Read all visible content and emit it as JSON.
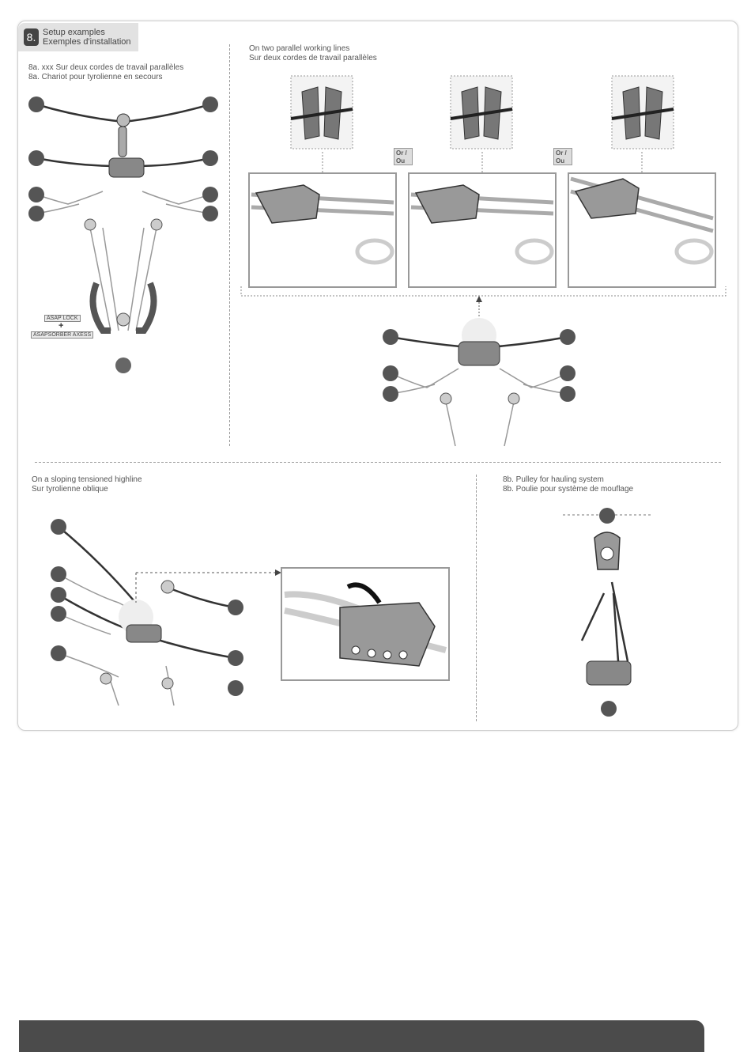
{
  "header": {
    "number": "8.",
    "title_en": "Setup examples",
    "title_fr": "Exemples d'installation"
  },
  "section_8a": {
    "line1": "8a. xxx Sur deux cordes de travail parallèles",
    "line2": "8a. Chariot pour tyrolienne en secours",
    "tag1": "ASAP LOCK",
    "plus": "+",
    "tag2": "ASAPSORBER AXESS"
  },
  "section_parallel": {
    "line1": "On two parallel working lines",
    "line2": "Sur deux cordes de travail parallèles",
    "or1_a": "Or /",
    "or1_b": "Ou",
    "or2_a": "Or /",
    "or2_b": "Ou"
  },
  "section_sloping": {
    "line1": "On a sloping tensioned highline",
    "line2": "Sur tyrolienne oblique"
  },
  "section_8b": {
    "line1": "8b. Pulley for hauling system",
    "line2": "8b. Poulie pour système de mouflage"
  },
  "colors": {
    "footer": "#4b4b4b",
    "icon": "#555555",
    "tab": "#e2e2e2"
  },
  "icons": [
    "anchor-icon",
    "rope-end-icon",
    "person-icon"
  ]
}
